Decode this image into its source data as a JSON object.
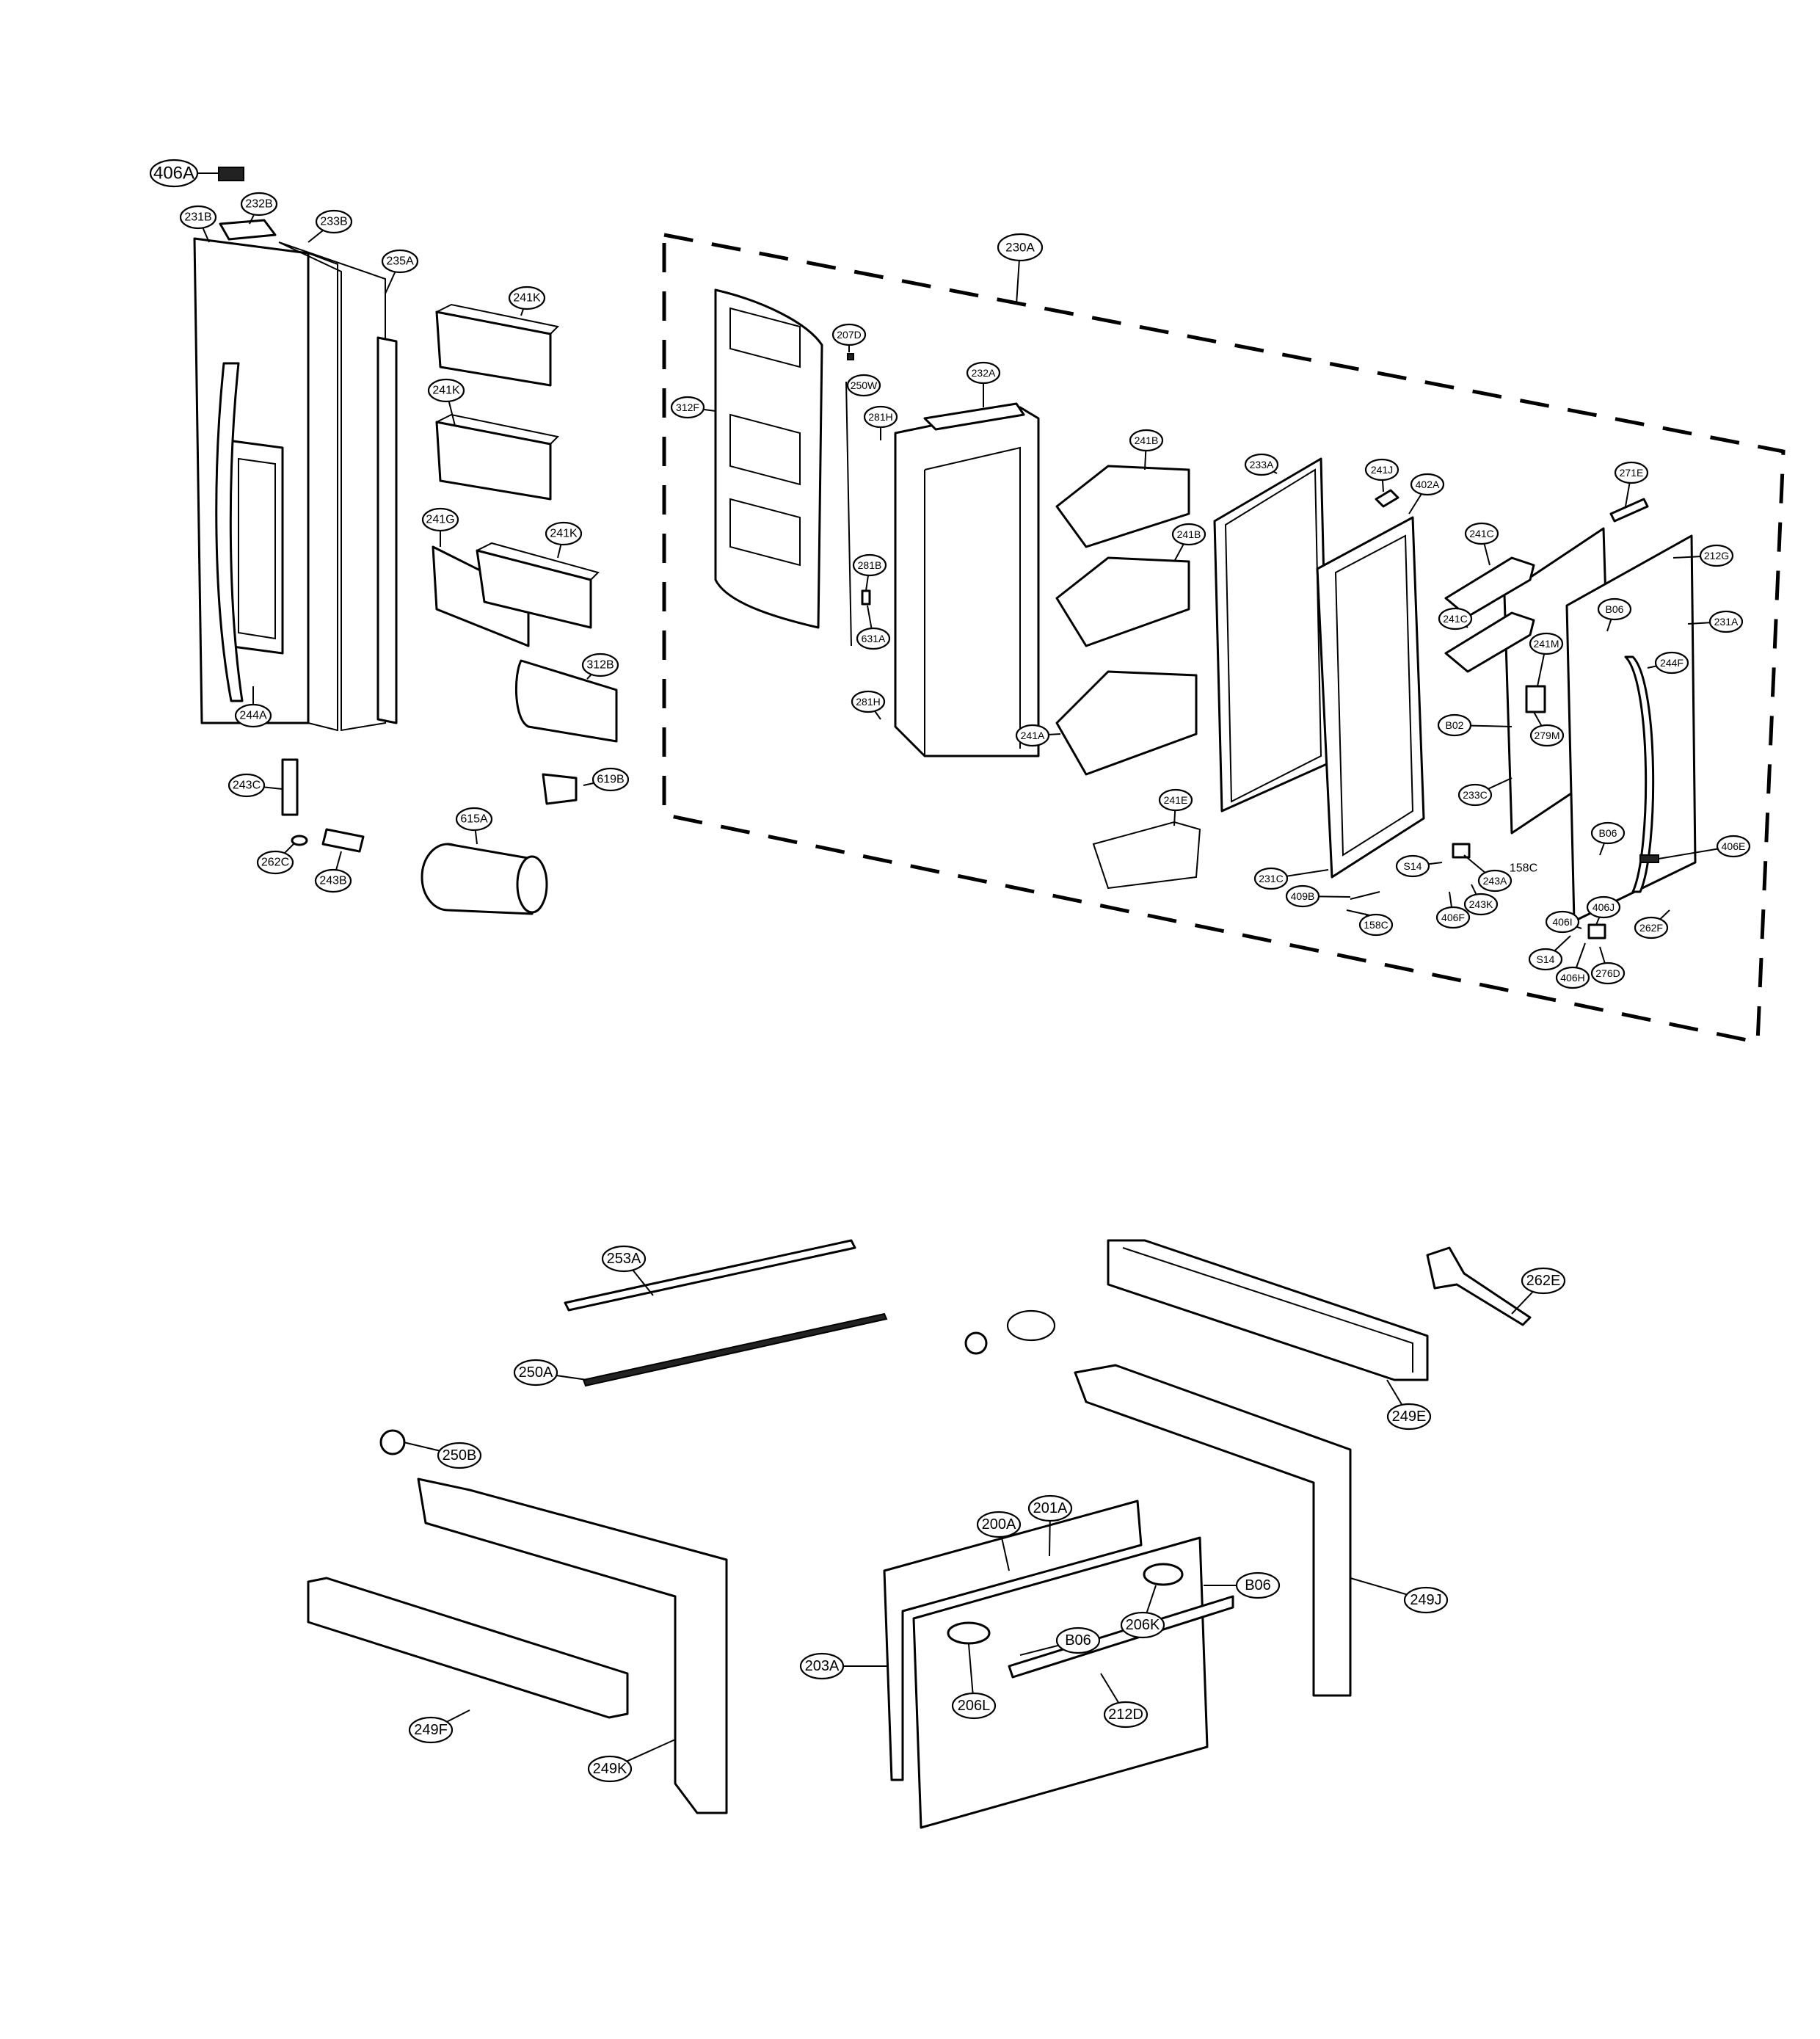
{
  "diagram": {
    "labels": [
      "406A",
      "231B",
      "232B",
      "233B",
      "235A",
      "241K",
      "241K",
      "241G",
      "241K",
      "312B",
      "244A",
      "243C",
      "262C",
      "243B",
      "615A",
      "619B",
      "230A",
      "207D",
      "250W",
      "312F",
      "281H",
      "281B",
      "631A",
      "281H",
      "232A",
      "241B",
      "241B",
      "241A",
      "241E",
      "233A",
      "241J",
      "402A",
      "271E",
      "212G",
      "241C",
      "241C",
      "241M",
      "B02",
      "279M",
      "233C",
      "231C",
      "231A",
      "B06",
      "244F",
      "B06",
      "S14",
      "243A",
      "243K",
      "406F",
      "409B",
      "158C",
      "406I",
      "406J",
      "S14",
      "406H",
      "276D",
      "406E",
      "262F",
      "253A",
      "250A",
      "262E",
      "249E",
      "250B",
      "200A",
      "201A",
      "B06",
      "206K",
      "B06",
      "203A",
      "206L",
      "212D",
      "249J",
      "249F",
      "249K",
      ""
    ],
    "free_text": [
      "158C"
    ]
  }
}
